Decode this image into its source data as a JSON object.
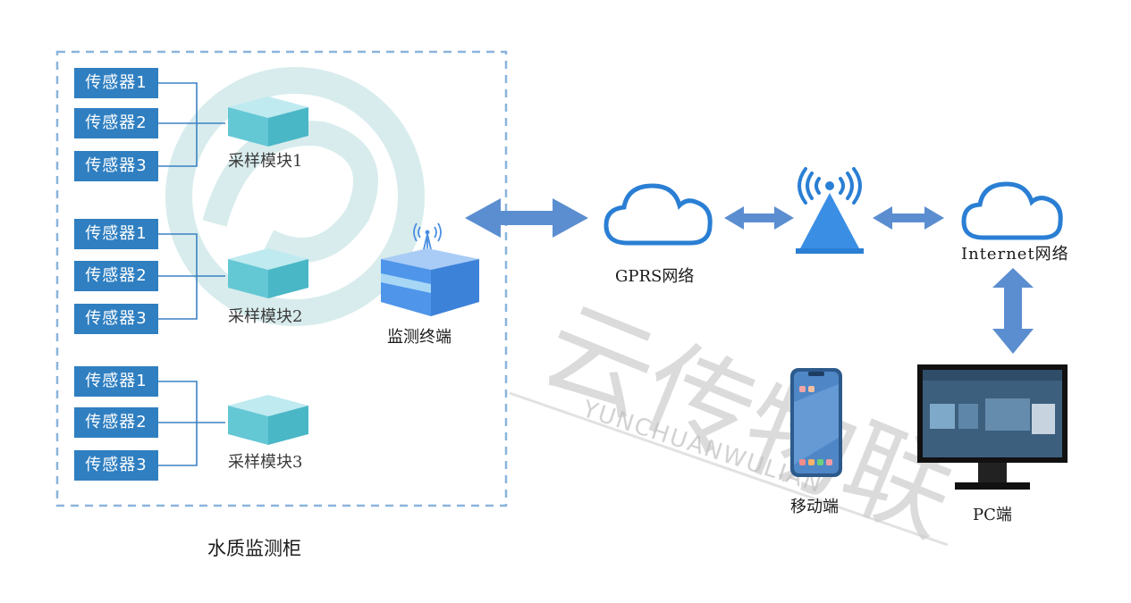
{
  "cabinet": {
    "title": "水质监测柜",
    "groups": [
      {
        "sensors": [
          "传感器1",
          "传感器2",
          "传感器3"
        ],
        "module": "采样模块1"
      },
      {
        "sensors": [
          "传感器1",
          "传感器2",
          "传感器3"
        ],
        "module": "采样模块2"
      },
      {
        "sensors": [
          "传感器1",
          "传感器2",
          "传感器3"
        ],
        "module": "采样模块3"
      }
    ],
    "terminal": "监测终端"
  },
  "network": {
    "gprs": "GPRS网络",
    "internet": "Internet网络",
    "mobile": "移动端",
    "pc": "PC端"
  },
  "watermark": {
    "chinese": "云传物联",
    "pinyin": "YUNCHUANWULIAN"
  },
  "colors": {
    "sensor_fill": "#2f7fc1",
    "arrow": "#5b8ed0",
    "dashed_border": "#8ab4dc",
    "cloud_stroke": "#2a7fd4",
    "watermark": "#c6c6c6"
  }
}
